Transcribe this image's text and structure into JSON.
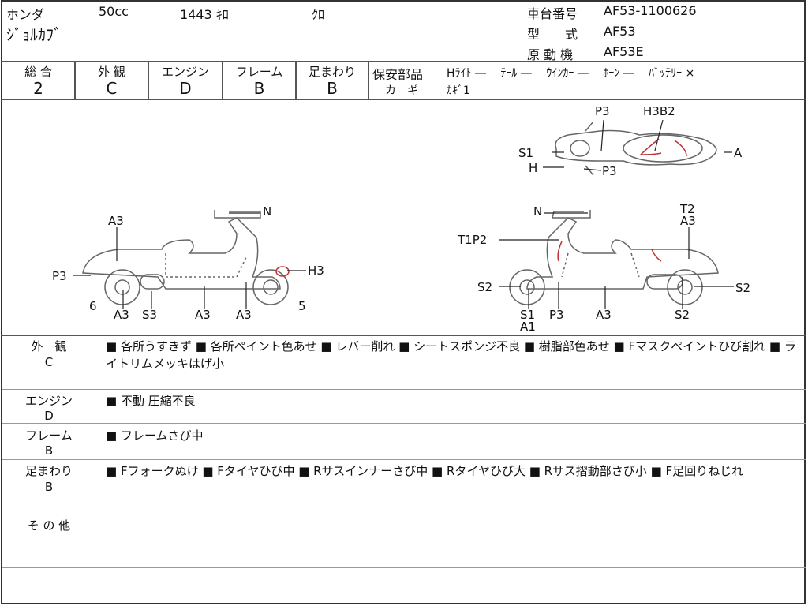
{
  "header": {
    "maker": "ホンダ",
    "displacement": "50cc",
    "mileage": "1443 ｷﾛ",
    "color": "ｸﾛ",
    "model_name": "ｼﾞｮﾙｶﾌﾞ",
    "frame_no_label": "車台番号",
    "frame_no": "AF53-1100626",
    "model_type_label": "型　　式",
    "model_type": "AF53",
    "engine_label": "原 動 機",
    "engine": "AF53E"
  },
  "grades": [
    {
      "label": "総 合",
      "value": "2"
    },
    {
      "label": "外 観",
      "value": "C"
    },
    {
      "label": "エンジン",
      "value": "D"
    },
    {
      "label": "フレーム",
      "value": "B"
    },
    {
      "label": "足まわり",
      "value": "B"
    }
  ],
  "safety": {
    "label": "保安部品",
    "items": "Hﾗｲﾄ ―　 ﾃｰﾙ ―　 ｳｲﾝｶｰ ―　 ﾎｰﾝ ―　 ﾊﾞｯﾃﾘｰ ×",
    "key_label": "カ　ギ",
    "key_value": "ｶｷﾞ1"
  },
  "diagram": {
    "top": [
      "P3",
      "H3B2",
      "S1",
      "A",
      "H",
      "P3"
    ],
    "left": [
      "N",
      "A3",
      "P3",
      "H3",
      "6",
      "5",
      "A3",
      "S3",
      "A3",
      "A3"
    ],
    "right": [
      "N",
      "T2",
      "A3",
      "T1P2",
      "S2",
      "S2",
      "S1",
      "A1",
      "P3",
      "A3",
      "S2"
    ]
  },
  "sections": [
    {
      "label": "外　観",
      "grade": "C",
      "text": "■ 各所うすきず ■ 各所ペイント色あせ ■ レバー削れ ■ シートスポンジ不良 ■ 樹脂部色あせ ■ Fマスクペイントひび割れ ■ ライトリムメッキはげ小"
    },
    {
      "label": "エンジン",
      "grade": "D",
      "text": "■ 不動 圧縮不良"
    },
    {
      "label": "フレーム",
      "grade": "B",
      "text": "■ フレームさび中"
    },
    {
      "label": "足まわり",
      "grade": "B",
      "text": "■ Fフォークぬけ ■ Fタイヤひび中 ■ Rサスインナーさび中 ■ Rタイヤひび大 ■ Rサス摺動部さび小 ■ F足回りねじれ"
    },
    {
      "label": "そ の 他",
      "grade": "",
      "text": ""
    }
  ]
}
